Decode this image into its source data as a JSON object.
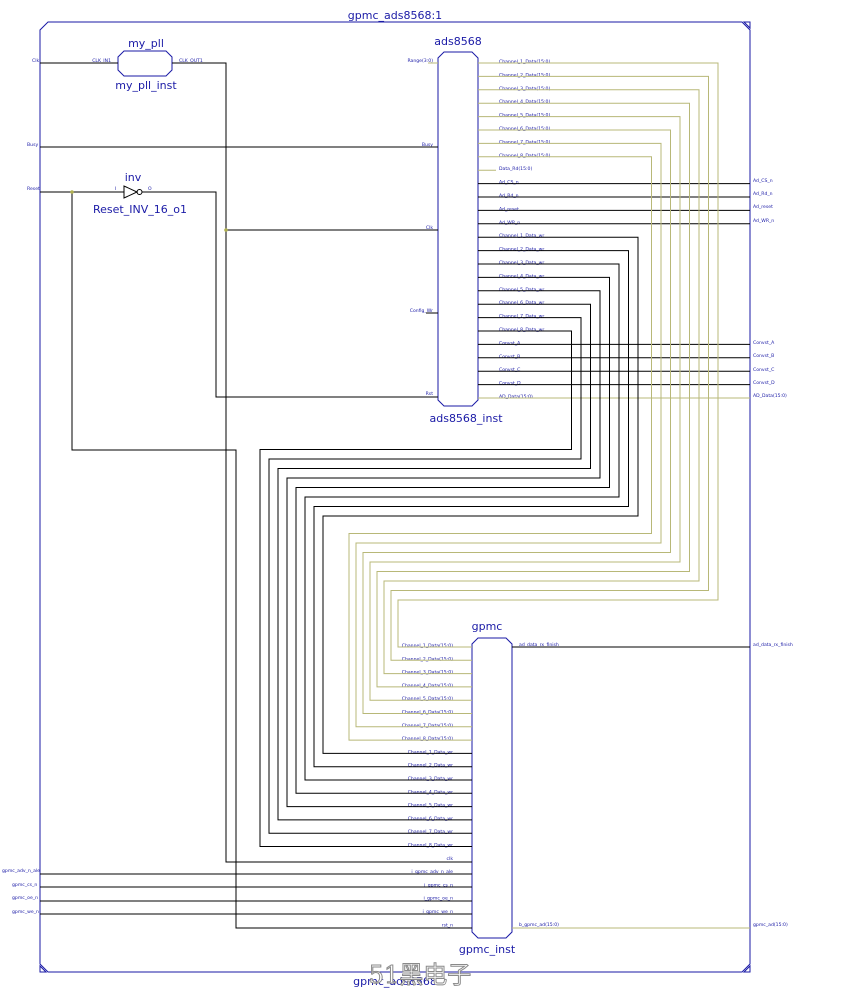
{
  "frame_title": "gpmc_ads8568:1",
  "frame_title_bottom": "gpmc_ads8568",
  "watermark": "51黑电子",
  "colors": {
    "block": "#1a1aa6",
    "wire": "#000000",
    "bus": "#b8b878",
    "text": "#1a1aa6"
  },
  "top_ports": {
    "clk": "Clk",
    "busy": "Busy",
    "reset": "Reset",
    "gpmc_adv": "gpmc_adv_n_ale",
    "gpmc_cs": "gpmc_cs_n",
    "gpmc_oe": "gpmc_oe_n",
    "gpmc_we": "gpmc_we_n"
  },
  "out_ports": {
    "ad_cs": "Ad_CS_n",
    "ad_rd": "Ad_Rd_n",
    "ad_reset": "Ad_reset",
    "ad_wr": "Ad_WR_n",
    "convst_a": "Convst_A",
    "convst_b": "Convst_B",
    "convst_c": "Convst_C",
    "convst_d": "Convst_D",
    "ad_data": "AD_Data(15:0)",
    "ad_data_rx_finish": "ad_data_rx_finish",
    "gpmc_ad": "gpmc_ad(15:0)"
  },
  "pll": {
    "name": "my_pll",
    "inst": "my_pll_inst",
    "in_pin": "CLK_IN1",
    "out_pin": "CLK_OUT1"
  },
  "inv": {
    "name": "inv",
    "inst": "Reset_INV_16_o1",
    "in_pin": "I",
    "out_pin": "O"
  },
  "ads": {
    "name": "ads8568",
    "inst": "ads8568_inst",
    "left_pins": {
      "range": "Range(3:0)",
      "busy": "Busy",
      "clk": "Clk",
      "config_wr": "Config_Wr",
      "rst": "Rst"
    },
    "right_pins": [
      "Channel_1_Data(15:0)",
      "Channel_2_Data(15:0)",
      "Channel_3_Data(15:0)",
      "Channel_4_Data(15:0)",
      "Channel_5_Data(15:0)",
      "Channel_6_Data(15:0)",
      "Channel_7_Data(15:0)",
      "Channel_8_Data(15:0)",
      "Data_Rd(15:0)",
      "Ad_CS_n",
      "Ad_Rd_n",
      "Ad_reset",
      "Ad_WR_n",
      "Channel_1_Data_wr",
      "Channel_2_Data_wr",
      "Channel_3_Data_wr",
      "Channel_4_Data_wr",
      "Channel_5_Data_wr",
      "Channel_6_Data_wr",
      "Channel_7_Data_wr",
      "Channel_8_Data_wr",
      "Convst_A",
      "Convst_B",
      "Convst_C",
      "Convst_D",
      "AD_Data(15:0)"
    ]
  },
  "gpmc": {
    "name": "gpmc",
    "inst": "gpmc_inst",
    "left_pins": [
      "Channel_1_Data(15:0)",
      "Channel_2_Data(15:0)",
      "Channel_3_Data(15:0)",
      "Channel_4_Data(15:0)",
      "Channel_5_Data(15:0)",
      "Channel_6_Data(15:0)",
      "Channel_7_Data(15:0)",
      "Channel_8_Data(15:0)",
      "Channel_1_Data_wr",
      "Channel_2_Data_wr",
      "Channel_3_Data_wr",
      "Channel_4_Data_wr",
      "Channel_5_Data_wr",
      "Channel_6_Data_wr",
      "Channel_7_Data_wr",
      "Channel_8_Data_wr",
      "clk",
      "i_gpmc_adv_n_ale",
      "i_gpmc_cs_n",
      "i_gpmc_oe_n",
      "i_gpmc_we_n",
      "rst_n"
    ],
    "right_pins": {
      "finish": "ad_data_rx_finish",
      "ad": "b_gpmc_ad(15:0)"
    }
  }
}
